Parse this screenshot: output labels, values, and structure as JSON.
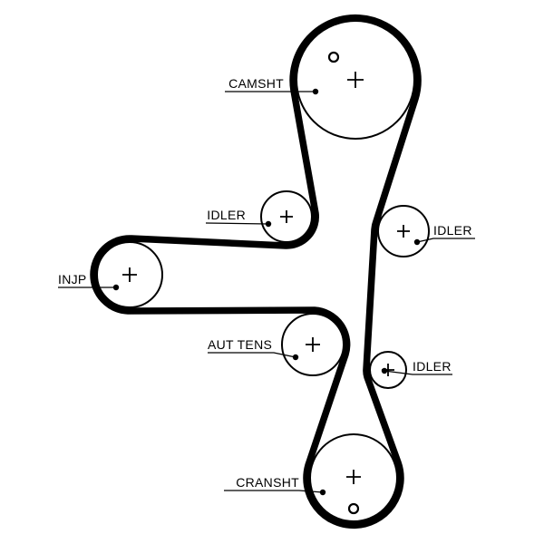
{
  "diagram": {
    "background_color": "#ffffff",
    "belt_color": "#000000",
    "line_color": "#000000",
    "pulleys": {
      "camshaft": {
        "label": "CAMSHT"
      },
      "idler_upper": {
        "label": "IDLER"
      },
      "idler_right": {
        "label": "IDLER"
      },
      "injection_pump": {
        "label": "INJP"
      },
      "tensioner": {
        "label": "AUT TENS"
      },
      "idler_lower": {
        "label": "IDLER"
      },
      "crankshaft": {
        "label": "CRANSHT"
      }
    }
  }
}
